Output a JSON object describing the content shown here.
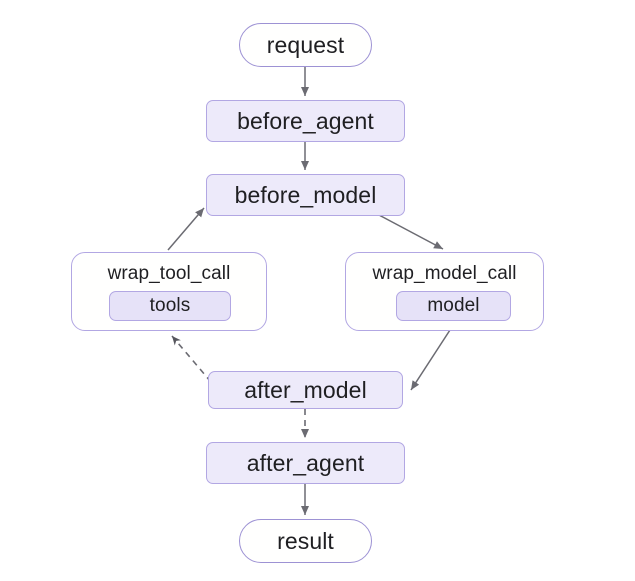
{
  "diagram": {
    "type": "flowchart",
    "direction": "top-to-bottom",
    "background_color": "#ffffff",
    "palette": {
      "node_fill": "#edeafa",
      "node_border": "#b2a7e3",
      "subgraph_fill": "#ffffff",
      "inner_node_fill": "#e6e2f8",
      "edge_color": "#6b6b72",
      "text_color": "#1f1f22"
    },
    "nodes": [
      {
        "id": "request",
        "label": "request",
        "shape": "stadium"
      },
      {
        "id": "before_agent",
        "label": "before_agent",
        "shape": "rounded-rect"
      },
      {
        "id": "before_model",
        "label": "before_model",
        "shape": "rounded-rect"
      },
      {
        "id": "wrap_tool_call",
        "label": "wrap_tool_call",
        "shape": "subgraph"
      },
      {
        "id": "tools",
        "label": "tools",
        "shape": "rounded-rect"
      },
      {
        "id": "wrap_model_call",
        "label": "wrap_model_call",
        "shape": "subgraph"
      },
      {
        "id": "model",
        "label": "model",
        "shape": "rounded-rect"
      },
      {
        "id": "after_model",
        "label": "after_model",
        "shape": "rounded-rect"
      },
      {
        "id": "after_agent",
        "label": "after_agent",
        "shape": "rounded-rect"
      },
      {
        "id": "result",
        "label": "result",
        "shape": "stadium"
      }
    ],
    "edges": [
      {
        "from": "request",
        "to": "before_agent",
        "style": "solid",
        "arrow": "end"
      },
      {
        "from": "before_agent",
        "to": "before_model",
        "style": "solid",
        "arrow": "end"
      },
      {
        "from": "before_model",
        "to": "wrap_model_call",
        "style": "solid",
        "arrow": "end"
      },
      {
        "from": "wrap_tool_call",
        "to": "before_model",
        "style": "solid",
        "arrow": "end"
      },
      {
        "from": "wrap_model_call",
        "to": "after_model",
        "style": "solid",
        "arrow": "end"
      },
      {
        "from": "after_model",
        "to": "wrap_tool_call",
        "style": "dashed",
        "arrow": "end"
      },
      {
        "from": "after_model",
        "to": "after_agent",
        "style": "dashed",
        "arrow": "end"
      },
      {
        "from": "after_agent",
        "to": "result",
        "style": "solid",
        "arrow": "end"
      }
    ]
  }
}
